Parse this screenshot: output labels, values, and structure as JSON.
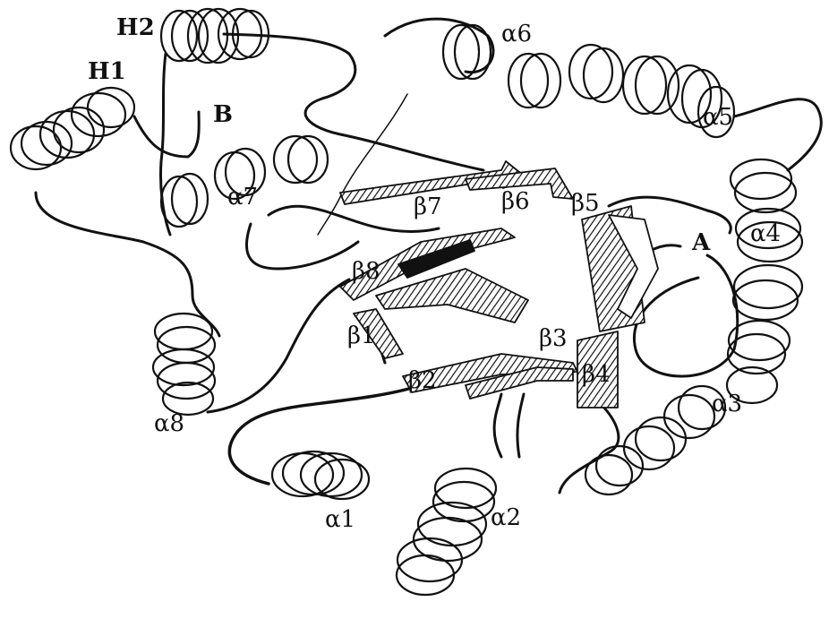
{
  "colors": {
    "ink": "#111111",
    "background": "#ffffff"
  },
  "labels": {
    "H1": "H1",
    "H2": "H2",
    "B": "B",
    "A": "A",
    "a1": "α1",
    "a2": "α2",
    "a3": "α3",
    "a4": "α4",
    "a5": "α5",
    "a6": "α6",
    "a7": "α7",
    "a8": "α8",
    "b1": "β1",
    "b2": "β2",
    "b3": "β3",
    "b4": "β4",
    "b5": "β5",
    "b6": "β6",
    "b7": "β7",
    "b8": "β8"
  }
}
